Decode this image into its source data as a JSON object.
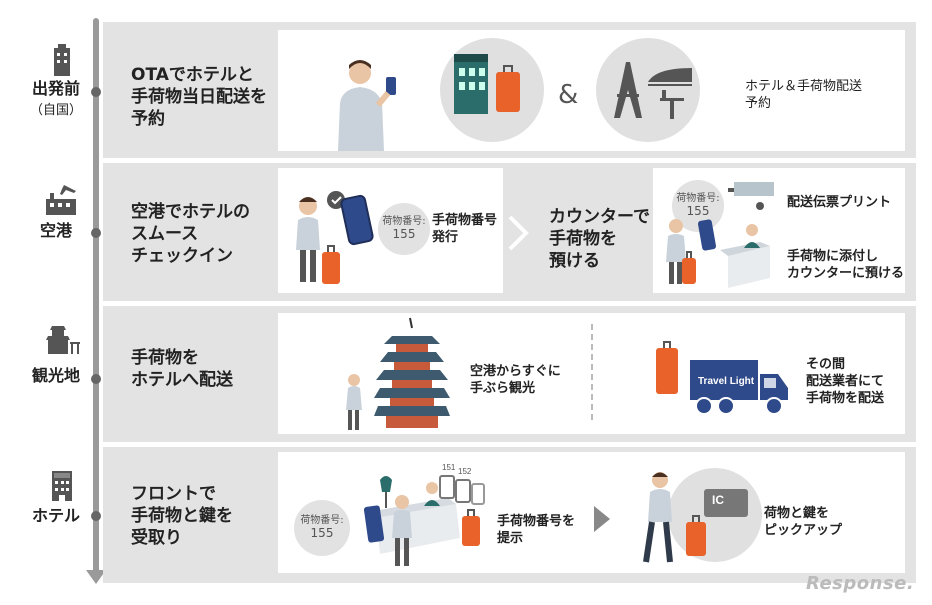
{
  "stages": [
    {
      "label": "出発前",
      "sub": "（自国）",
      "icon": "building-icon"
    },
    {
      "label": "空港",
      "sub": "",
      "icon": "airport-icon"
    },
    {
      "label": "観光地",
      "sub": "",
      "icon": "castle-icon"
    },
    {
      "label": "ホテル",
      "sub": "",
      "icon": "hotel-icon"
    }
  ],
  "row1": {
    "title": "OTAでホテルと\n手荷物当日配送を\n予約",
    "amp": "&",
    "caption": "ホテル＆手荷物配送\n予約"
  },
  "row2": {
    "title": "空港でホテルの\nスムース\nチェックイン",
    "tag_label": "荷物番号:",
    "tag_number": "155",
    "card1_caption": "手荷物番号\n発行",
    "title2": "カウンターで\n手荷物を\n預ける",
    "tag2_label": "荷物番号:",
    "tag2_number": "155",
    "caption_print": "配送伝票プリント",
    "caption_counter": "手荷物に添付し\nカウンターに預ける"
  },
  "row3": {
    "title": "手荷物を\nホテルへ配送",
    "caption_sightseeing": "空港からすぐに\n手ぶら観光",
    "truck_label": "Travel Light",
    "caption_delivery": "その間\n配送業者にて\n手荷物を配送"
  },
  "row4": {
    "title": "フロントで\n手荷物と鍵を\n受取り",
    "tag_label": "荷物番号:",
    "tag_number": "155",
    "bag_num1": "151",
    "bag_num2": "152",
    "caption_present": "手荷物番号を\n提示",
    "card_label": "IC",
    "caption_pickup": "荷物と鍵を\nピックアップ"
  },
  "logo": "Response."
}
